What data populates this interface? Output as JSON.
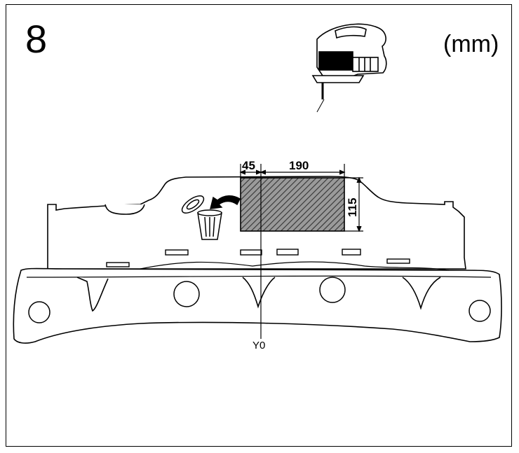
{
  "figure": {
    "step_number": "8",
    "units": "(mm)"
  },
  "dimensions": {
    "offset_x": "45",
    "cut_width": "190",
    "cut_height": "115"
  },
  "reference": {
    "axis_label": "Y0"
  },
  "icons": {
    "tool": "jigsaw-icon",
    "discard": "trash-can-icon",
    "arrow": "curved-arrow-icon"
  },
  "colors": {
    "line": "#000000",
    "hatch": "#555555",
    "background": "#ffffff"
  }
}
